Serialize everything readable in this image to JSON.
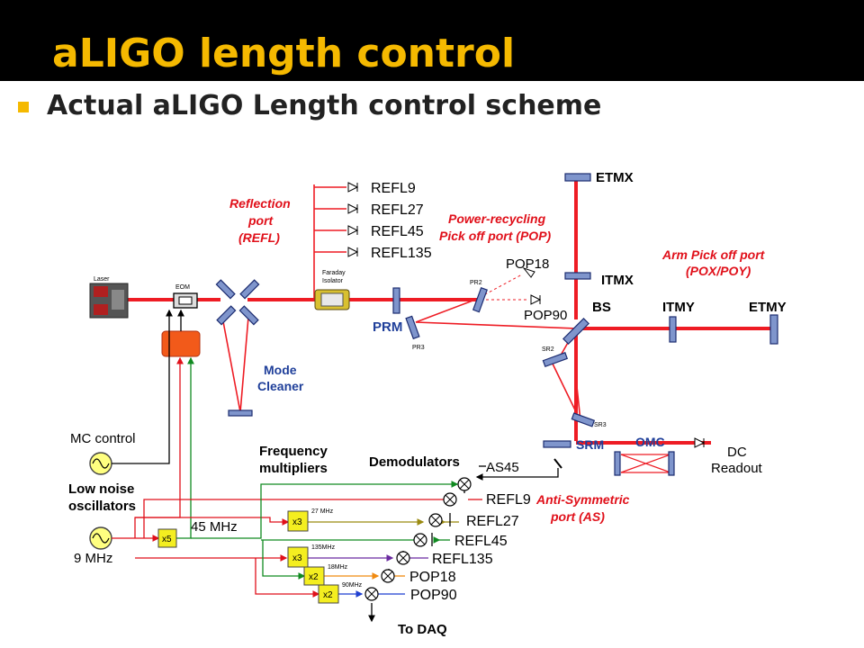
{
  "slide": {
    "title": "aLIGO length control",
    "bullet": "Actual aLIGO Length control scheme"
  },
  "colors": {
    "title_bar": "#000000",
    "title_text": "#f5b900",
    "beam": "#ee1c24",
    "annotation_red": "#e0101a",
    "annotation_blue": "#1f3f9a",
    "mirror": "#7f95cc"
  },
  "labels": {
    "laser": "Laser",
    "eom": "EOM",
    "faraday_line1": "Faraday",
    "faraday_line2": "Isolator",
    "pr2": "PR2",
    "pr3": "PR3",
    "prm": "PRM",
    "bs": "BS",
    "itmx": "ITMX",
    "etmx": "ETMX",
    "itmy": "ITMY",
    "etmy": "ETMY",
    "sr2": "SR2",
    "sr3": "SR3",
    "srm": "SRM",
    "omc": "OMC",
    "dc_line1": "DC",
    "dc_line2": "Readout",
    "mode_line1": "Mode",
    "mode_line2": "Cleaner",
    "refl_port_line1": "Reflection",
    "refl_port_line2": "port",
    "refl_port_line3": "(REFL)",
    "pop_port_line1": "Power-recycling",
    "pop_port_line2": "Pick off port (POP)",
    "arm_port_line1": "Arm Pick off port",
    "arm_port_line2": "(POX/POY)",
    "as_port_line1": "Anti-Symmetric",
    "as_port_line2": "port (AS)",
    "pop18": "POP18",
    "pop90": "POP90",
    "mc_control": "MC control",
    "osc_line1": "Low noise",
    "osc_line2": "oscillators",
    "freq_line1": "Frequency",
    "freq_line2": "multipliers",
    "demodulators": "Demodulators",
    "mhz45": "45 MHz",
    "mhz9": "9 MHz",
    "to_daq": "To DAQ",
    "as45": "AS45"
  },
  "refl_outputs": [
    "REFL9",
    "REFL27",
    "REFL45",
    "REFL135"
  ],
  "demod_outputs": [
    "REFL9",
    "REFL27",
    "REFL45",
    "REFL135",
    "POP18",
    "POP90"
  ],
  "multipliers": {
    "x5": "x5",
    "x3_a": "x3",
    "x3_b": "x3",
    "x2_a": "x2",
    "x2_b": "x2",
    "f27": "27 MHz",
    "f135": "135MHz",
    "f18": "18MHz",
    "f90": "90MHz"
  }
}
